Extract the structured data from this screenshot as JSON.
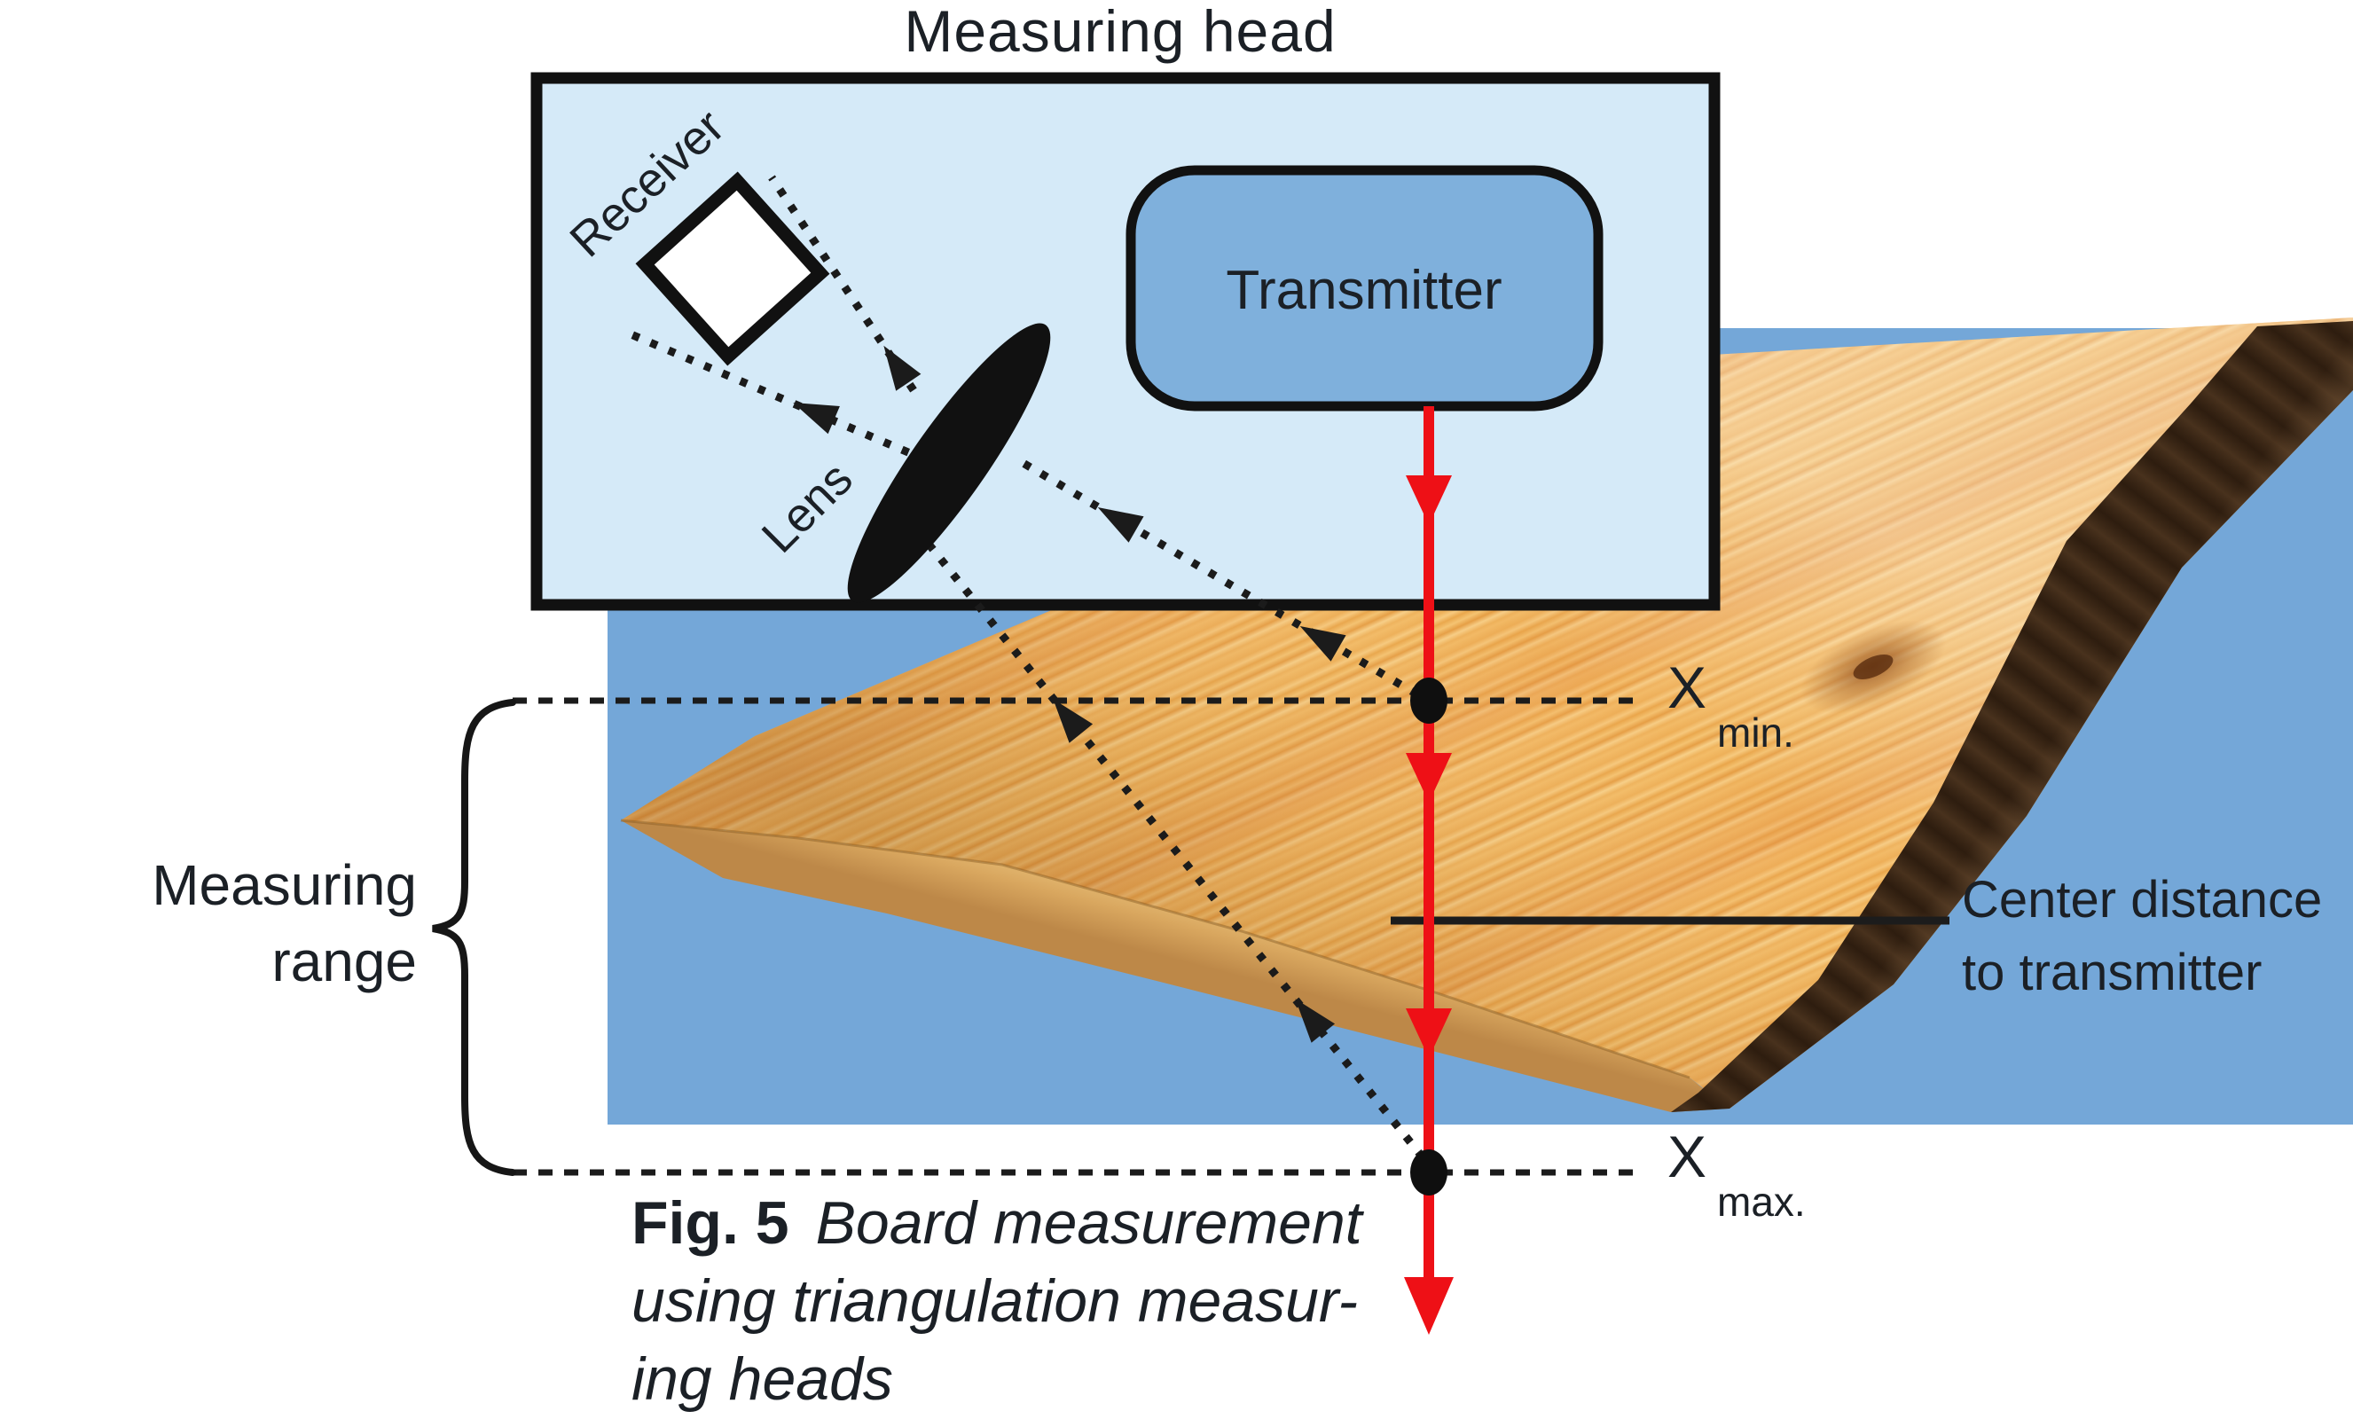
{
  "title": "Measuring head",
  "head_box": {
    "receiver_label": "Receiver",
    "lens_label": "Lens",
    "transmitter_label": "Transmitter"
  },
  "annotations": {
    "measuring_range": {
      "line1": "Measuring",
      "line2": "range"
    },
    "x_min": {
      "base": "X",
      "sub": "min."
    },
    "x_max": {
      "base": "X",
      "sub": "max."
    },
    "center_distance": {
      "line1": "Center distance",
      "line2": "to transmitter"
    }
  },
  "caption": {
    "fig_label": "Fig. 5",
    "line1": "Board measurement",
    "line2": "using triangulation measur-",
    "line3": "ing heads"
  },
  "colors": {
    "background_blue": "#74a7d8",
    "head_box_blue": "#d5eaf8",
    "transmitter_blue": "#7fb0dc",
    "beam_red": "#ee1016",
    "line_black": "#1b1b1b",
    "wood_light": "#f8d088",
    "wood_mid": "#eeb058",
    "bark_brown": "#3a2713"
  }
}
